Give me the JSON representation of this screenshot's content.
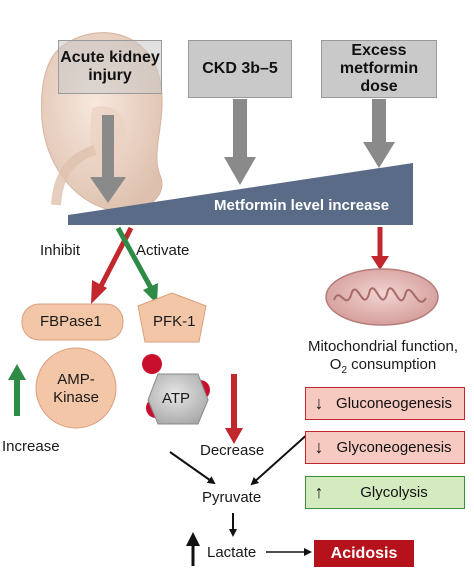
{
  "causes": {
    "aki": "Acute kidney injury",
    "ckd": "CKD 3b–5",
    "excess": "Excess metformin dose"
  },
  "wedge": {
    "label": "Metformin level increase"
  },
  "actions": {
    "inhibit": "Inhibit",
    "activate": "Activate",
    "increase": "Increase",
    "decrease": "Decrease"
  },
  "enzymes": {
    "fbpase": "FBPase1",
    "pfk": "PFK-1",
    "ampk": "AMP-Kinase",
    "atp": "ATP"
  },
  "mito": {
    "line1": "Mitochondrial function,",
    "o2_o": "O",
    "o2_sub": "2",
    "o2_rest": " consumption"
  },
  "effects": {
    "gluconeo": "Gluconeogenesis",
    "glyconeo": "Glyconeogenesis",
    "glycolysis": "Glycolysis"
  },
  "metabolites": {
    "pyruvate": "Pyruvate",
    "lactate": "Lactate"
  },
  "outcome": {
    "acidosis": "Acidosis"
  },
  "symbols": {
    "up": "↑",
    "down": "↓"
  },
  "colors": {
    "red": "#c1272d",
    "green": "#2e8b45",
    "gray_arrow": "#8a8a8a",
    "wedge": "#5a6b88",
    "cause_box": "#c9c9c9",
    "enzyme": "#f3c6a8",
    "acidosis_box": "#b5121b"
  }
}
